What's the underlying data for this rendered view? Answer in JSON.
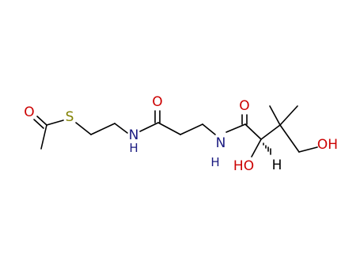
{
  "molecule": {
    "atoms": {
      "o_acetyl": "O",
      "s_thioester": "S",
      "n_amide1": "N",
      "h_amide1": "H",
      "o_amide1": "O",
      "n_amide2": "N",
      "h_amide2": "H",
      "o_amide2": "O",
      "oh_secondary": "HO",
      "h_stereo": "H",
      "oh_primary": "OH"
    },
    "colors": {
      "bond": "#000000",
      "oxygen": "#cc0000",
      "sulfur": "#808000",
      "nitrogen": "#1a1a80",
      "hydrogen": "#000000"
    }
  }
}
